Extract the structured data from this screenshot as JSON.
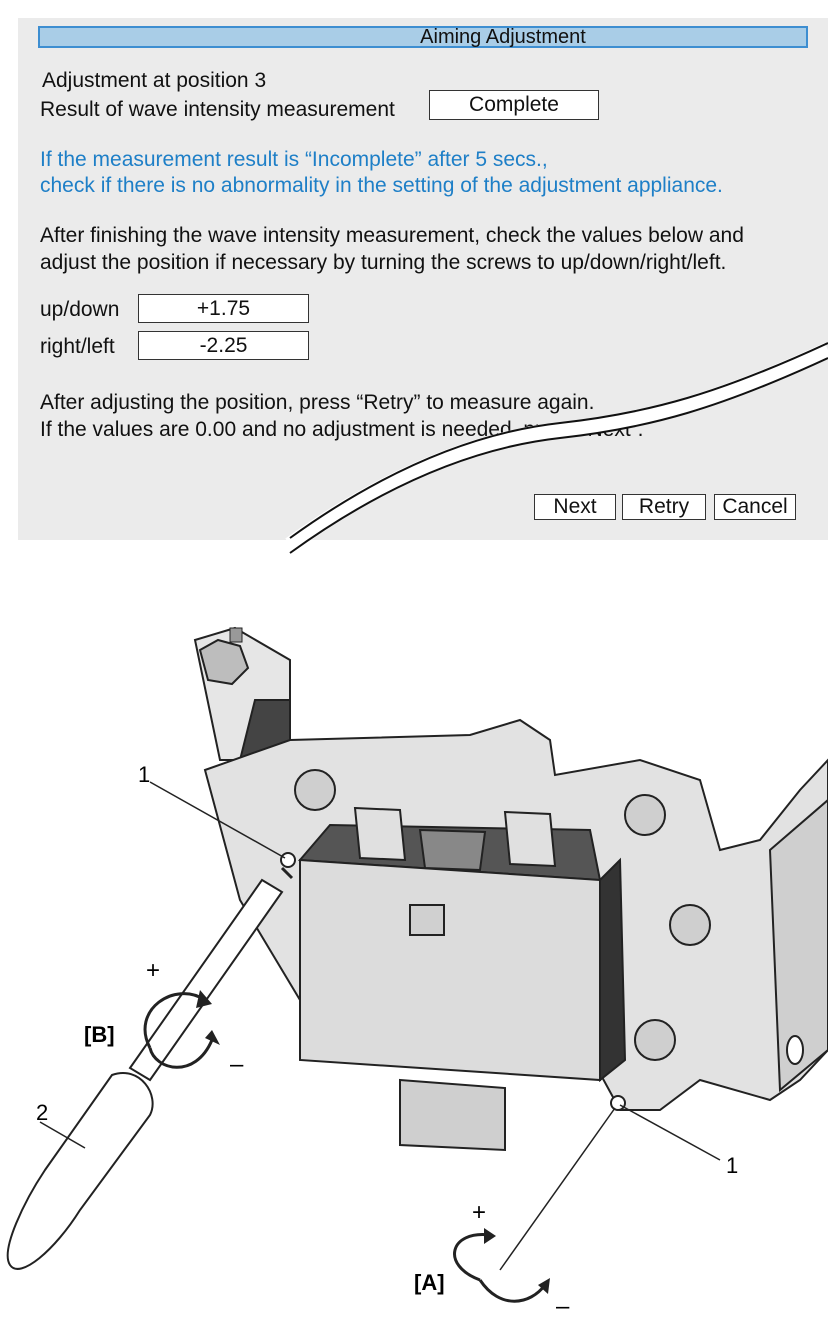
{
  "window": {
    "title": "Aiming Adjustment"
  },
  "status": {
    "position_label": "Adjustment at position 3",
    "result_label": "Result of wave intensity measurement",
    "result_value": "Complete"
  },
  "notice": {
    "line1": "If the measurement result is “Incomplete” after 5 secs.,",
    "line2": "check if there is no abnormality in the setting of the adjustment appliance."
  },
  "instructions": {
    "line1": "After finishing the wave intensity measurement, check the values below and",
    "line2": "adjust the position if necessary by turning the screws to up/down/right/left."
  },
  "values": [
    {
      "label": "up/down",
      "value": "+1.75"
    },
    {
      "label": "right/left",
      "value": "-2.25"
    }
  ],
  "retry_note": {
    "line1": "After adjusting the position, press “Retry” to measure again.",
    "line2": "If the values are 0.00 and no adjustment is needed, press “Next”."
  },
  "buttons": {
    "next": "Next",
    "retry": "Retry",
    "cancel": "Cancel"
  },
  "illustration": {
    "callouts": [
      "1",
      "1",
      "2"
    ],
    "adjusters": [
      {
        "tag": "[B]",
        "plus": "+",
        "minus": "–"
      },
      {
        "tag": "[A]",
        "plus": "+",
        "minus": "–"
      }
    ]
  }
}
